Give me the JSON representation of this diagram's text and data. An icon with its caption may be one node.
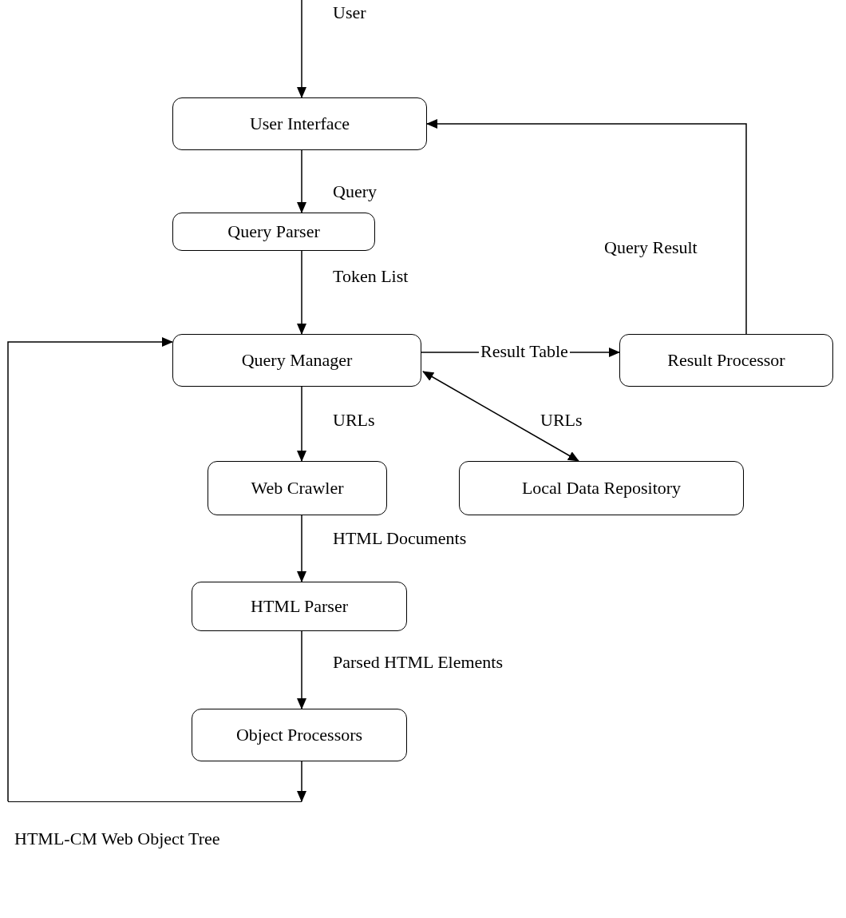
{
  "diagram": {
    "nodes": [
      {
        "text": [
          "User Interface"
        ]
      },
      {
        "text": [
          "Query Parser"
        ]
      },
      {
        "text": [
          "Query Manager"
        ]
      },
      {
        "text": [
          "Result Processor"
        ]
      },
      {
        "text": [
          "Web Crawler"
        ]
      },
      {
        "text": [
          "Local Data Repository"
        ]
      },
      {
        "text": [
          "HTML Parser"
        ]
      },
      {
        "text": [
          "Object Processors"
        ]
      },
      {
        "text": [
          "HTML-CM Web Object Tree"
        ]
      }
    ],
    "edges": [
      {
        "from": null,
        "to": 0,
        "arrow": "to",
        "label": "User"
      },
      {
        "from": 0,
        "to": 1,
        "arrow": "to",
        "label": "Query"
      },
      {
        "from": 1,
        "to": 2,
        "arrow": "to",
        "label": "Token List"
      },
      {
        "from": 2,
        "to": 3,
        "arrow": "to",
        "label": "Result Table"
      },
      {
        "from": 3,
        "to": 0,
        "arrow": "to",
        "label": "Query Result"
      },
      {
        "from": 2,
        "to": 5,
        "arrow": "both",
        "label": "URLs"
      },
      {
        "from": 2,
        "to": 4,
        "arrow": "to",
        "label": "URLs"
      },
      {
        "from": 4,
        "to": 6,
        "arrow": "to",
        "label": "HTML Documents"
      },
      {
        "from": 6,
        "to": 7,
        "arrow": "to",
        "label": "Parsed HTML Elements"
      },
      {
        "from": 7,
        "to": 8,
        "arrow": "to"
      },
      {
        "from": 8,
        "to": 2,
        "arrow": "to"
      }
    ]
  }
}
